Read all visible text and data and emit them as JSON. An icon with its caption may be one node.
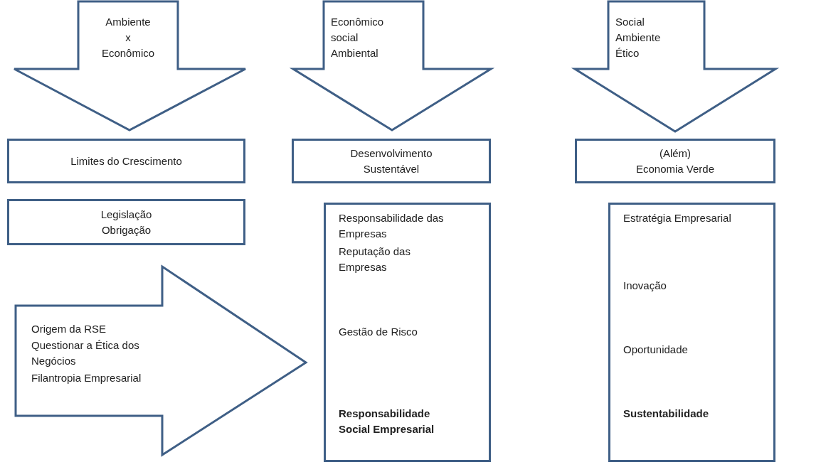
{
  "diagram": {
    "nodes": [
      {
        "text": [
          "Ambiente x Econômico"
        ]
      },
      {
        "text": [
          "Econômico social Ambiental"
        ]
      },
      {
        "text": [
          "Social Ambiente Ético"
        ]
      },
      {
        "text": [
          "Limites do Crescimento"
        ]
      },
      {
        "text": [
          "Desenvolvimento Sustentável"
        ]
      },
      {
        "text": [
          "(Além) Economia Verde"
        ]
      },
      {
        "text": [
          "Legislação Obrigação"
        ]
      },
      {
        "text": [
          "Origem da RSE",
          "Questionar a Ética dos Negócios",
          "Filantropia Empresarial"
        ]
      },
      {
        "text": [
          "Responsabilidade das Empresas",
          "Reputação das Empresas",
          "Gestão de Risco",
          "Responsabilidade Social Empresarial"
        ]
      },
      {
        "text": [
          "Estratégia Empresarial",
          "Inovação",
          "Oportunidade",
          "Sustentabilidade"
        ]
      }
    ]
  }
}
